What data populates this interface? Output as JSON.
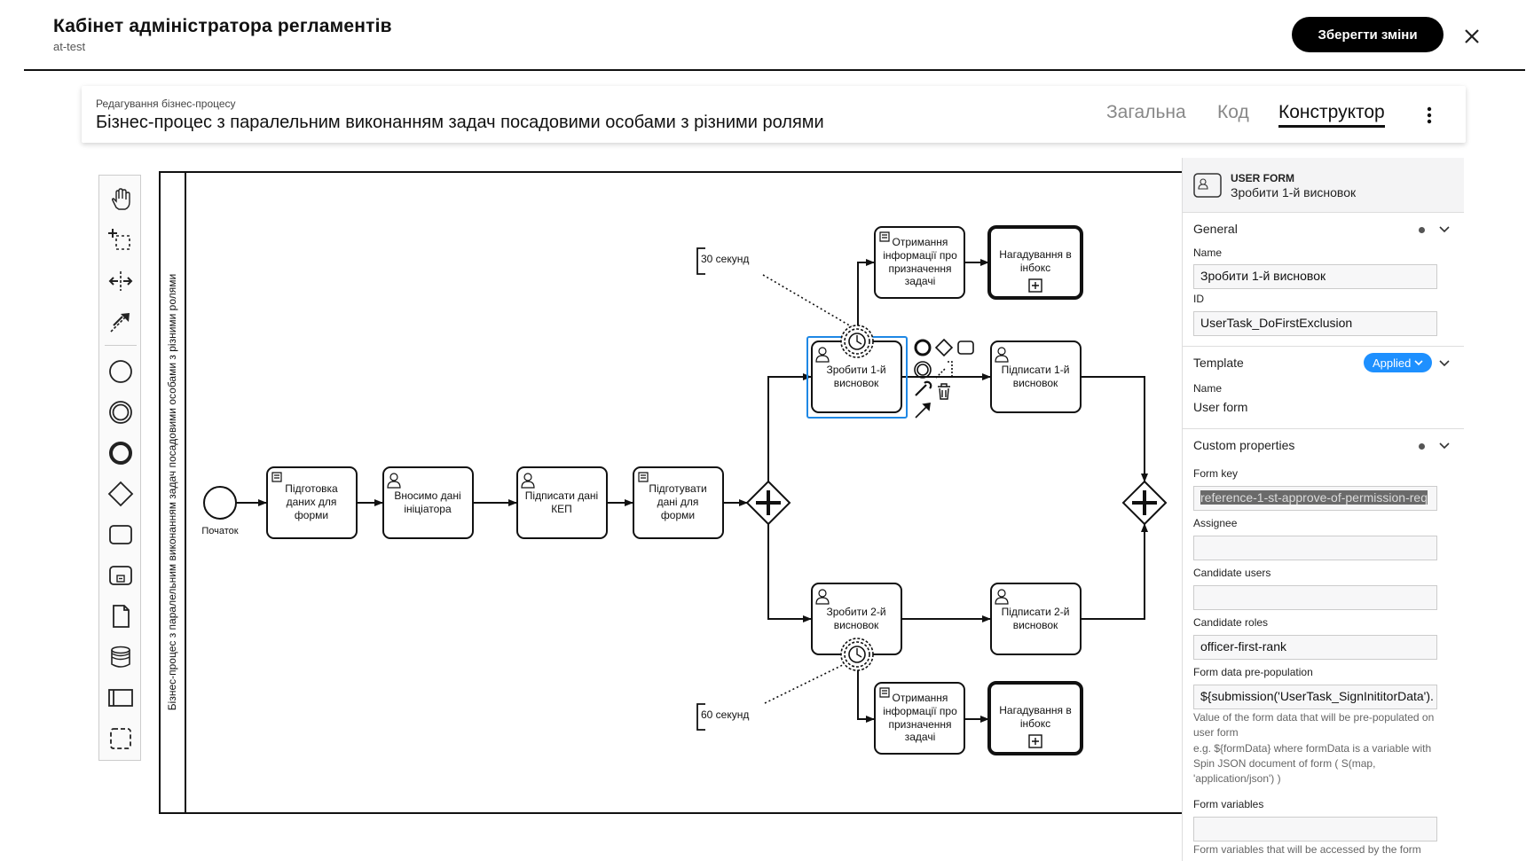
{
  "header": {
    "title": "Кабінет адміністратора регламентів",
    "subtitle": "at-test",
    "save_label": "Зберегти зміни"
  },
  "editor": {
    "caption": "Редагування бізнес-процесу",
    "title": "Бізнес-процес з паралельним виконанням задач посадовими особами з різними ролями",
    "tabs": [
      {
        "label": "Загальна",
        "active": false
      },
      {
        "label": "Код",
        "active": false
      },
      {
        "label": "Конструктор",
        "active": true
      }
    ]
  },
  "palette": {
    "tools": [
      "hand-tool-icon",
      "lasso-tool-icon",
      "space-tool-icon",
      "connect-tool-icon",
      "start-event-icon",
      "intermediate-event-icon",
      "end-event-icon",
      "gateway-icon",
      "task-icon",
      "subprocess-icon",
      "data-object-icon",
      "data-store-icon",
      "pool-icon",
      "group-icon"
    ]
  },
  "diagram": {
    "pool_label": "Бізнес-процес з паралельним виконанням задач посадовими особами з різними ролями",
    "start_label": "Початок",
    "tasks": {
      "prepare_form": [
        "Підготовка",
        "даних для",
        "форми"
      ],
      "enter_initiator": [
        "Вносимо дані",
        "ініціатора"
      ],
      "sign_kep": [
        "Підписати дані",
        "КЕП"
      ],
      "prepare_data": [
        "Підготувати",
        "дані для",
        "форми"
      ],
      "do_first": [
        "Зробити 1-й",
        "висновок"
      ],
      "sign_first": [
        "Підписати 1-й",
        "висновок"
      ],
      "do_second": [
        "Зробити 2-й",
        "висновок"
      ],
      "sign_second": [
        "Підписати 2-й",
        "висновок"
      ],
      "get_info_top": [
        "Отримання",
        "інформації про",
        "призначення",
        "задачі"
      ],
      "remind_top": [
        "Нагадування в",
        "інбокс"
      ],
      "get_info_bottom": [
        "Отримання",
        "інформації про",
        "призначення",
        "задачі"
      ],
      "remind_bottom": [
        "Нагадування в",
        "інбокс"
      ]
    },
    "annotations": {
      "top": "30 секунд",
      "bottom": "60 секунд"
    }
  },
  "properties": {
    "element_type": "USER FORM",
    "element_name": "Зробити 1-й висновок",
    "general": {
      "title": "General",
      "name_label": "Name",
      "name_value": "Зробити 1-й висновок",
      "id_label": "ID",
      "id_value": "UserTask_DoFirstExclusion"
    },
    "template": {
      "title": "Template",
      "badge": "Applied",
      "name_label": "Name",
      "name_value": "User form"
    },
    "custom": {
      "title": "Custom properties",
      "form_key_label": "Form key",
      "form_key_value": "reference-1-st-approve-of-permission-req",
      "assignee_label": "Assignee",
      "assignee_value": "",
      "candidate_users_label": "Candidate users",
      "candidate_users_value": "",
      "candidate_roles_label": "Candidate roles",
      "candidate_roles_value": "officer-first-rank",
      "prepop_label": "Form data pre-population",
      "prepop_value": "${submission('UserTask_SignInititorData').",
      "prepop_help_1": "Value of the form data that will be pre-populated on user form",
      "prepop_help_2": "e.g. ${formData} where formData is a variable with Spin JSON document of form ( S(map, 'application/json') )",
      "form_vars_label": "Form variables",
      "form_vars_value": "",
      "form_vars_help": "Form variables that will be accessed by the form"
    }
  }
}
